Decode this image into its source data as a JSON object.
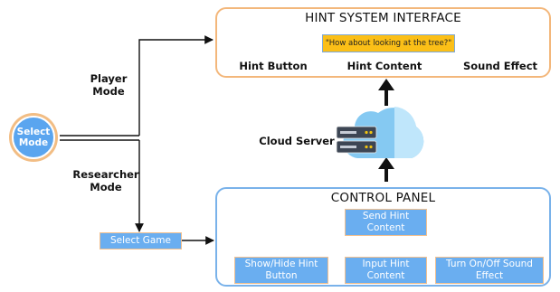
{
  "hint_panel": {
    "title": "HINT SYSTEM INTERFACE",
    "hint_button_label": "Hint Button",
    "hint_content_label": "Hint Content",
    "hint_content_text": "\"How about looking at the tree?\"",
    "sound_effect_label": "Sound Effect"
  },
  "cloud_server_label": "Cloud Server",
  "select_mode": {
    "line1": "Select",
    "line2": "Mode"
  },
  "player_mode": {
    "line1": "Player",
    "line2": "Mode"
  },
  "researcher_mode": {
    "line1": "Researcher",
    "line2": "Mode"
  },
  "select_game_label": "Select Game",
  "control_panel": {
    "title": "CONTROL PANEL",
    "send_hint": {
      "line1": "Send Hint",
      "line2": "Content"
    },
    "show_hide": {
      "line1": "Show/Hide Hint",
      "line2": "Button"
    },
    "input_hint": {
      "line1": "Input Hint",
      "line2": "Content"
    },
    "sound_toggle": {
      "line1": "Turn On/Off Sound",
      "line2": "Effect"
    }
  },
  "colors": {
    "hint_panel_border": "#f3b77b",
    "control_panel_border": "#79b2ea",
    "box_fill": "#6aaef0",
    "hint_content_fill": "#fbbf17"
  }
}
